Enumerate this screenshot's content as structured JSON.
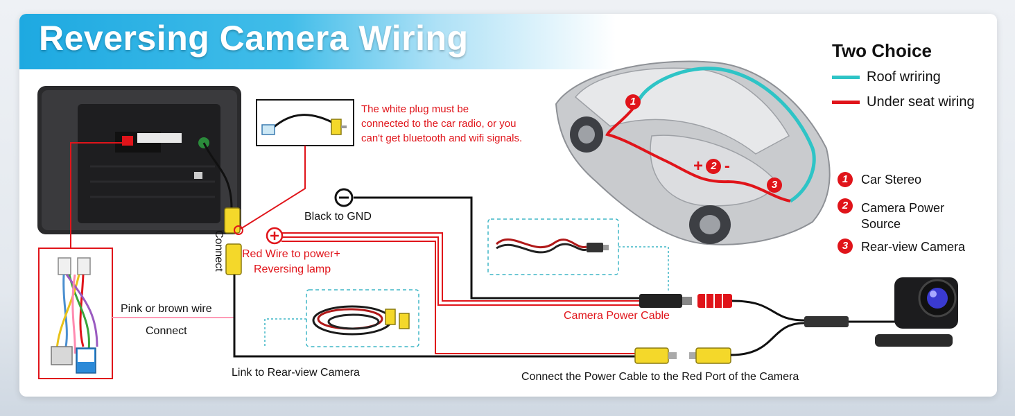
{
  "title": "Reversing Camera Wiring",
  "note": [
    "The white plug must be",
    "connected to the car radio, or you",
    "can't get bluetooth and wifi signals."
  ],
  "labels": {
    "black_gnd": "Black to GND",
    "red_wire_1": "Red Wire to power+",
    "red_wire_2": "Reversing lamp",
    "connect_vertical": "Connect",
    "pink_wire": "Pink or brown wire",
    "connect": "Connect",
    "link_camera": "Link to Rear-view Camera",
    "camera_power_cable": "Camera Power Cable",
    "connect_power_cable": "Connect the Power Cable to the Red Port of the Camera"
  },
  "legend": {
    "heading": "Two Choice",
    "items": [
      {
        "label": "Roof wriring",
        "color": "#2ec4c6"
      },
      {
        "label": "Under seat wiring",
        "color": "#e0141a"
      }
    ]
  },
  "key": [
    {
      "num": "1",
      "label_lines": [
        "Car Stereo"
      ]
    },
    {
      "num": "2",
      "label_lines": [
        "Camera Power",
        "Source"
      ]
    },
    {
      "num": "3",
      "label_lines": [
        "Rear-view Camera"
      ]
    }
  ],
  "car_markers": [
    "1",
    "2",
    "3"
  ],
  "polarity": {
    "plus": "+",
    "minus": "-"
  },
  "colors": {
    "accent_red": "#e0141a",
    "banner_blue": "#1ea9e1",
    "teal": "#2ec4c6",
    "rca_yellow": "#f4d82a"
  }
}
